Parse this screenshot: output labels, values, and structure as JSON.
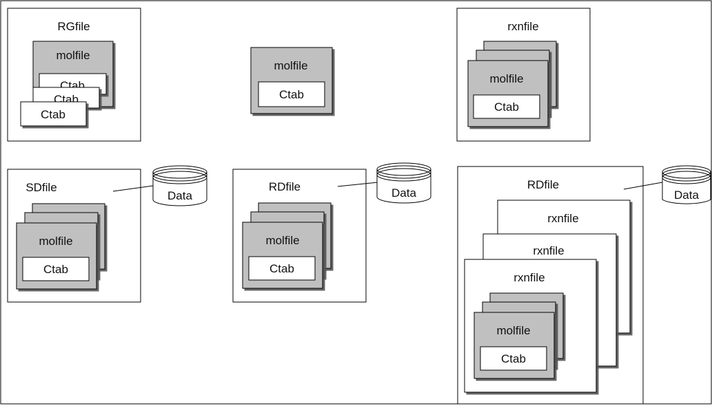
{
  "colors": {
    "background": "#ffffff",
    "border": "#000000",
    "molfile_fill": "#c0c0c0",
    "box_fill": "#ffffff"
  },
  "labels": {
    "rgfile": "RGfile",
    "rxnfile": "rxnfile",
    "sdfile": "SDfile",
    "rdfile": "RDfile",
    "molfile": "molfile",
    "ctab": "Ctab",
    "data": "Data"
  }
}
